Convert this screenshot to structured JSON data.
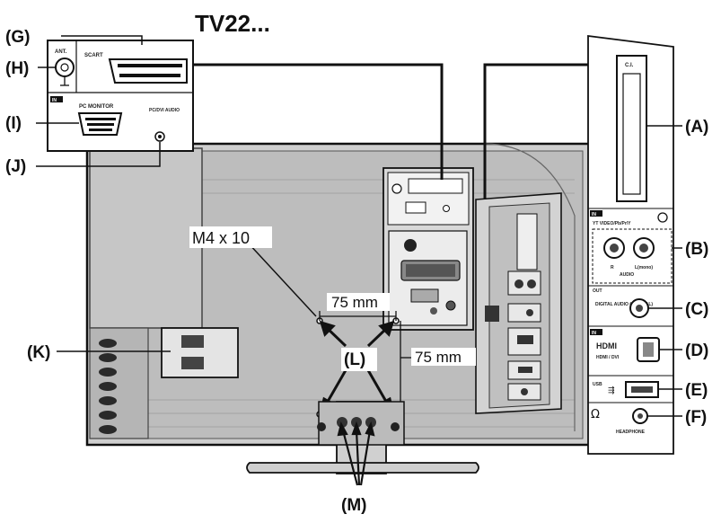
{
  "title": "TV22...",
  "callouts": {
    "A": "(A)",
    "B": "(B)",
    "C": "(C)",
    "D": "(D)",
    "E": "(E)",
    "F": "(F)",
    "G": "(G)",
    "H": "(H)",
    "I": "(I)",
    "J": "(J)",
    "K": "(K)",
    "L": "(L)",
    "M": "(M)"
  },
  "screw_label": "M4 x 10",
  "measure_h": "75 mm",
  "measure_v": "75 mm",
  "panel_labels": {
    "ant": "ANT.",
    "scart": "SCART",
    "in": "IN",
    "pc_monitor": "PC MONITOR",
    "pc_audio": "PC/DVI AUDIO",
    "ci": "C.I.",
    "in_side": "IN",
    "yt_video": "YT VIDEO/Pb/Pr/Y",
    "r": "R",
    "l_mono": "L(mono)",
    "audio": "AUDIO",
    "out": "OUT",
    "digital_audio": "DIGITAL AUDIO (COAXIAL)",
    "in_hdmi": "IN",
    "hdmi": "HDMI",
    "hdmi_dvi": "HDMI / DVI",
    "usb": "USB",
    "headphone": "HEADPHONE"
  }
}
